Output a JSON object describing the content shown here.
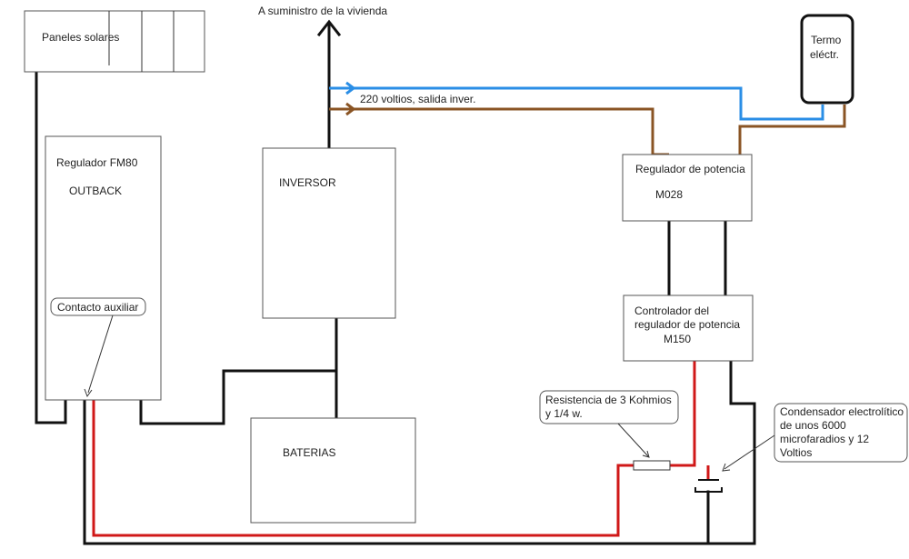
{
  "labels": {
    "solar_panels": "Paneles solares",
    "supply_line": "A suministro de la vivienda",
    "output_220": "220 voltios, salida inver.",
    "water_heater_line1": "Termo",
    "water_heater_line2": "eléctr.",
    "fm80_line1": "Regulador FM80",
    "fm80_line2": "OUTBACK",
    "inverter": "INVERSOR",
    "power_regulator_line1": "Regulador de potencia",
    "power_regulator_line2": "M028",
    "controller_line1": "Controlador del",
    "controller_line2": "regulador de potencia",
    "controller_line3": "M150",
    "aux_contact": "Contacto auxiliar",
    "batteries": "BATERIAS",
    "resistor_line1": "Resistencia de 3 Kohmios",
    "resistor_line2": "y 1/4 w.",
    "capacitor_line1": "Condensador electrolítico",
    "capacitor_line2": "de unos 6000",
    "capacitor_line3": "microfaradios y 12",
    "capacitor_line4": "Voltios"
  },
  "colors": {
    "wire_dc": "#111111",
    "wire_signal": "#d01818",
    "wire_neutral": "#2a8ee6",
    "wire_phase": "#8a5424"
  }
}
